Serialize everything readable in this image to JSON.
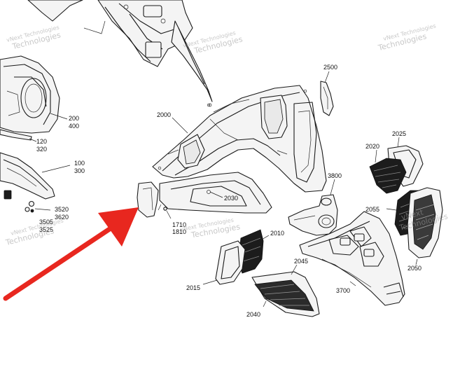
{
  "watermarks": [
    {
      "line1": "vNext Technologies",
      "line2": "Technologies"
    },
    {
      "line1": "vNext Technologies",
      "line2": "Technologies"
    },
    {
      "line1": "vNext Technologies",
      "line2": "Technologies"
    },
    {
      "line1": "vNext Technologies",
      "line2": "Technologies"
    },
    {
      "line1": "vNext",
      "line2": "Technologies"
    },
    {
      "line1": "vNext Technologies",
      "line2": "Technologies"
    }
  ],
  "callouts": {
    "c200": "200",
    "c400": "400",
    "c120": "120",
    "c320": "320",
    "c100": "100",
    "c300": "300",
    "c3520": "3520",
    "c3620": "3620",
    "c3505": "3505",
    "c3525": "3525",
    "c2000": "2000",
    "c2500": "2500",
    "c2025": "2025",
    "c2020": "2020",
    "c3800": "3800",
    "c2030": "2030",
    "c1710": "1710",
    "c1810": "1810",
    "c2055": "2055",
    "c2010": "2010",
    "c2045": "2045",
    "c2050": "2050",
    "c2015": "2015",
    "c3700": "3700",
    "c2040": "2040"
  },
  "colors": {
    "arrow": "#e8271f",
    "line": "#1a1a1a",
    "watermark": "#9a9a9a"
  }
}
